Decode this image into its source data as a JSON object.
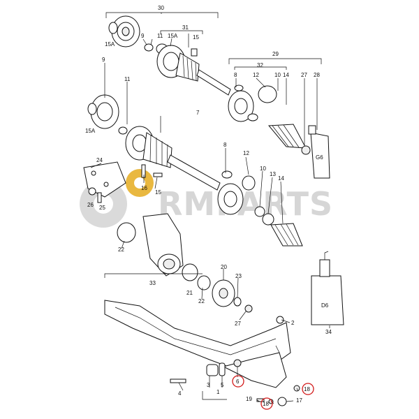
{
  "watermark": {
    "text": "RMPARTS"
  },
  "labels": {
    "l30": "30",
    "l31": "31",
    "l15a_top": "15A",
    "l9_top": "9",
    "l11_top": "11",
    "l15a_mid": "15A",
    "l15_top": "15",
    "l29": "29",
    "l32": "32",
    "l8_top": "8",
    "l12_top": "12",
    "l10_top": "10",
    "l14_top": "14",
    "l27_top": "27",
    "l28": "28",
    "l9_left": "9",
    "l11_left": "11",
    "l15a_left": "15A",
    "l7": "7",
    "l24": "24",
    "l16": "16",
    "l15_mid": "15",
    "l26": "26",
    "l25": "25",
    "l8_mid": "8",
    "l12_mid": "12",
    "l10_mid": "10",
    "l13": "13",
    "l14_mid": "14",
    "l22_a": "22",
    "l33": "33",
    "l22_b": "22",
    "l20": "20",
    "l23": "23",
    "l21": "21",
    "l27_low": "27",
    "l2": "2",
    "l34": "34",
    "l3": "3",
    "l5": "5",
    "l4": "4",
    "l1": "1",
    "l6": "6",
    "l18_a": "18",
    "l19": "19",
    "l18_b": "18",
    "l17": "17"
  },
  "tube_labels": {
    "g6": "G6",
    "d6": "D6"
  },
  "highlighted_callouts": [
    "6",
    "18",
    "18"
  ],
  "colors": {
    "highlight": "#d21a1a",
    "watermark_gray": "#d6d6d6",
    "watermark_gear": "#e2a000"
  }
}
